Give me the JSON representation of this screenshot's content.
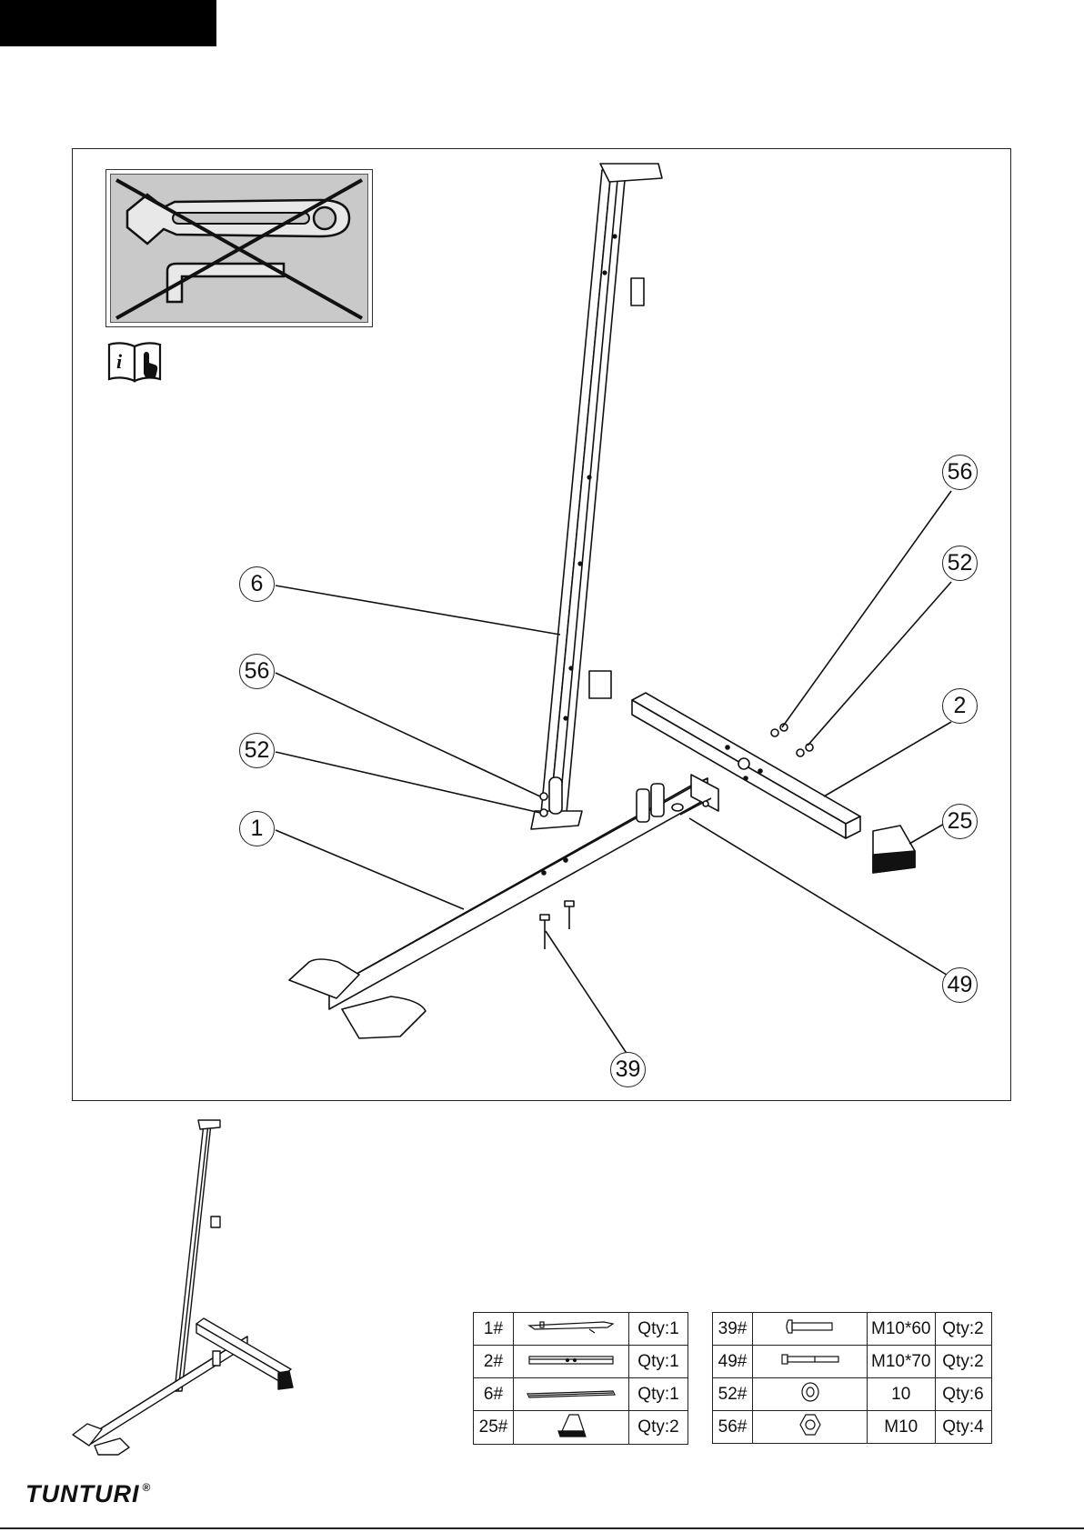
{
  "callouts": [
    {
      "id": "c-6",
      "label": "6"
    },
    {
      "id": "c-56-left",
      "label": "56"
    },
    {
      "id": "c-52-left",
      "label": "52"
    },
    {
      "id": "c-1",
      "label": "1"
    },
    {
      "id": "c-56-right",
      "label": "56"
    },
    {
      "id": "c-52-right",
      "label": "52"
    },
    {
      "id": "c-2",
      "label": "2"
    },
    {
      "id": "c-25",
      "label": "25"
    },
    {
      "id": "c-49",
      "label": "49"
    },
    {
      "id": "c-39",
      "label": "39"
    }
  ],
  "icons": {
    "warning": "no-tools-icon",
    "manual": "read-manual-icon"
  },
  "parts_left": [
    {
      "num": "1#",
      "qty": "Qty:1",
      "icon": "base-frame-icon"
    },
    {
      "num": "2#",
      "qty": "Qty:1",
      "icon": "cross-tube-icon"
    },
    {
      "num": "6#",
      "qty": "Qty:1",
      "icon": "upright-post-icon"
    },
    {
      "num": "25#",
      "qty": "Qty:2",
      "icon": "end-cap-icon"
    }
  ],
  "parts_right": [
    {
      "num": "39#",
      "spec": "M10*60",
      "qty": "Qty:2",
      "icon": "bolt-short-icon"
    },
    {
      "num": "49#",
      "spec": "M10*70",
      "qty": "Qty:2",
      "icon": "bolt-long-icon"
    },
    {
      "num": "52#",
      "spec": "10",
      "qty": "Qty:6",
      "icon": "washer-icon"
    },
    {
      "num": "56#",
      "spec": "M10",
      "qty": "Qty:4",
      "icon": "nut-icon"
    }
  ],
  "brand": {
    "name": "TUNTURI",
    "mark": "®"
  }
}
